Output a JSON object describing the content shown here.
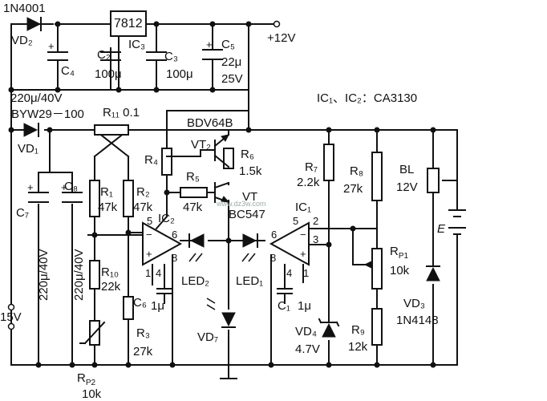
{
  "labels": {
    "d_top": "1N4001",
    "vd2": "VD₂",
    "reg": "7812",
    "ic3": "IC₃",
    "c4": "C₄",
    "c2": "C₂",
    "c2v": "100μ",
    "c3": "C₃",
    "c3v": "100μ",
    "c5": "C₅",
    "c5v": "22μ",
    "c5vv": "25V",
    "v12": "+12V",
    "c_big": "220μ/40V",
    "byw": "BYW29－100",
    "r11": "R₁₁ 0.1",
    "vd1": "VD₁",
    "ic_note": "IC₁、IC₂：CA3130",
    "bdv": "BDV64B",
    "vt2": "VT₂",
    "r4": "R₄",
    "r6": "R₆",
    "r6v": "1.5k",
    "r7": "R₇",
    "r7v": "2.2k",
    "r8": "R₈",
    "r8v": "27k",
    "bl": "BL",
    "blv": "12V",
    "c7": "C₇",
    "c8": "C₈",
    "r1": "R₁",
    "r1v": "47k",
    "r2": "R₂",
    "r2v": "47k",
    "r5": "R₅",
    "r5v": "47k",
    "vt": "VT",
    "bc547": "BC547",
    "ic1": "IC₁",
    "ic2": "IC₂",
    "e": "E",
    "c7v": "220μ/40V",
    "c8v": "220μ/40V",
    "rp1": "R_P1",
    "rp1v": "10k",
    "r10": "R₁₀",
    "r10v": "22k",
    "led2": "LED₂",
    "led1": "LED₁",
    "vd3": "VD₃",
    "vd3v": "1N4148",
    "c6": "C₆",
    "c6v": "1μ",
    "c1": "C₁",
    "c1v": "1μ",
    "v15": "15V",
    "r3": "R₃",
    "r3v": "27k",
    "vd7": "VD₇",
    "vd4": "VD₄",
    "vd4v": "4.7V",
    "r9": "R₉",
    "r9v": "12k",
    "rp2": "R_P2",
    "rp2v": "10k",
    "wm": "www.dz3w.com"
  },
  "pins": {
    "ic2_p5": "5",
    "ic2_p6": "6",
    "ic2_p8": "8",
    "ic2_p1": "1",
    "ic2_p4": "4",
    "ic1_p5": "5",
    "ic1_p2": "2",
    "ic1_p6": "6",
    "ic1_p3": "3",
    "ic1_p8": "8",
    "ic1_p4": "4",
    "ic1_p1": "1",
    "ic2_minus": "−",
    "ic2_plus": "+",
    "ic1_minus": "−",
    "ic1_plus": "+"
  },
  "colors": {
    "ink": "#111111",
    "paper": "#ffffff"
  }
}
